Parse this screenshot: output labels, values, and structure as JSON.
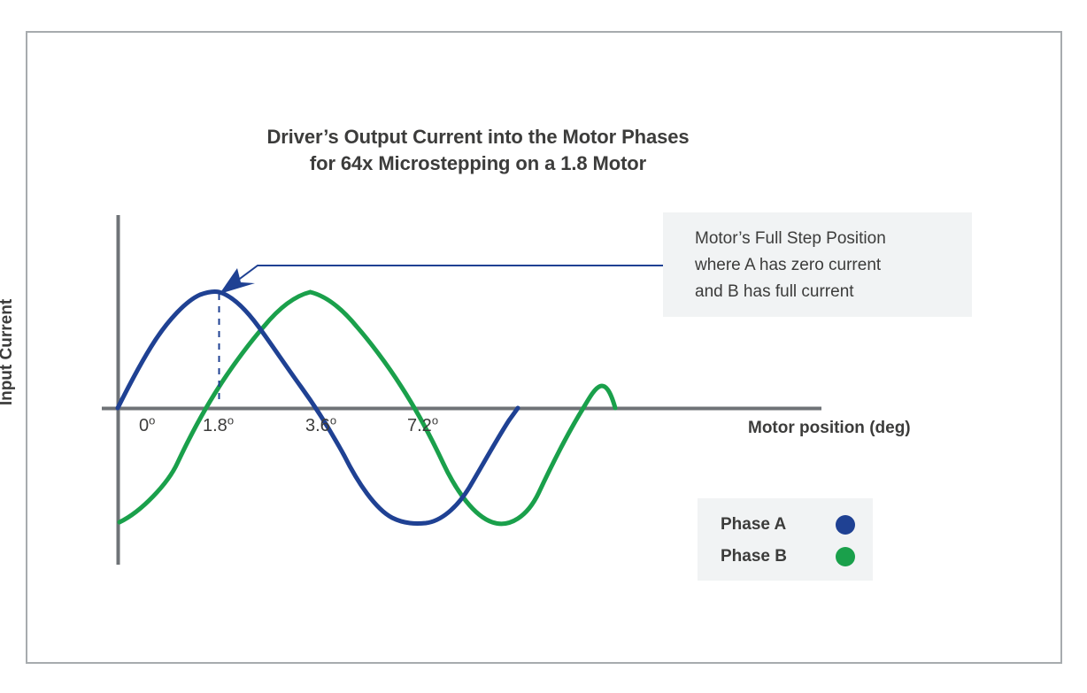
{
  "figure": {
    "border_color": "#a7abae",
    "background": "#ffffff"
  },
  "chart_data": {
    "type": "line",
    "title": "Driver’s Output Current into the Motor Phases for 64x Microstepping on a 1.8 Motor",
    "title_lines": [
      "Driver’s Output Current into the Motor Phases",
      "for 64x Microstepping on a 1.8 Motor"
    ],
    "xlabel": "Motor position (deg)",
    "ylabel": "Input Current",
    "grid": false,
    "legend_position": "bottom-right",
    "x_tick_labels": [
      "0º",
      "1.8º",
      "3.6º",
      "7.2º"
    ],
    "x_tick_values": [
      0,
      1.8,
      3.6,
      7.2
    ],
    "y_tick_labels": [],
    "xlim": [
      -0.2,
      13.8
    ],
    "ylim": [
      -1.15,
      1.15
    ],
    "series": [
      {
        "name": "Phase A",
        "color": "#1f4193",
        "waveform": "sine",
        "amplitude": 1.0,
        "period_deg": 7.2,
        "phase_deg": 0,
        "x_start": 0.0,
        "x_end": 7.9
      },
      {
        "name": "Phase B",
        "color": "#1aa04b",
        "waveform": "sine",
        "amplitude": 1.0,
        "period_deg": 7.2,
        "phase_deg": -90,
        "x_start": 0.0,
        "x_end": 9.8
      }
    ],
    "annotations": [
      {
        "name": "full-step-callout",
        "text_lines": [
          "Motor’s Full Step Position",
          "where A has zero current",
          "and B has full current"
        ],
        "points_to_deg": 1.8,
        "points_to_value": 1.0,
        "box_fill": "#f1f3f4",
        "leader_color": "#1f4193"
      }
    ],
    "marker_line": {
      "name": "full-step-dashed-marker",
      "x_deg": 1.8,
      "style": "dashed",
      "color": "#1f4193"
    }
  },
  "legend": {
    "items": [
      {
        "label": "Phase A",
        "color": "#1f4193"
      },
      {
        "label": "Phase B",
        "color": "#1aa04b"
      }
    ]
  },
  "axis": {
    "line_color": "#6f7377"
  }
}
